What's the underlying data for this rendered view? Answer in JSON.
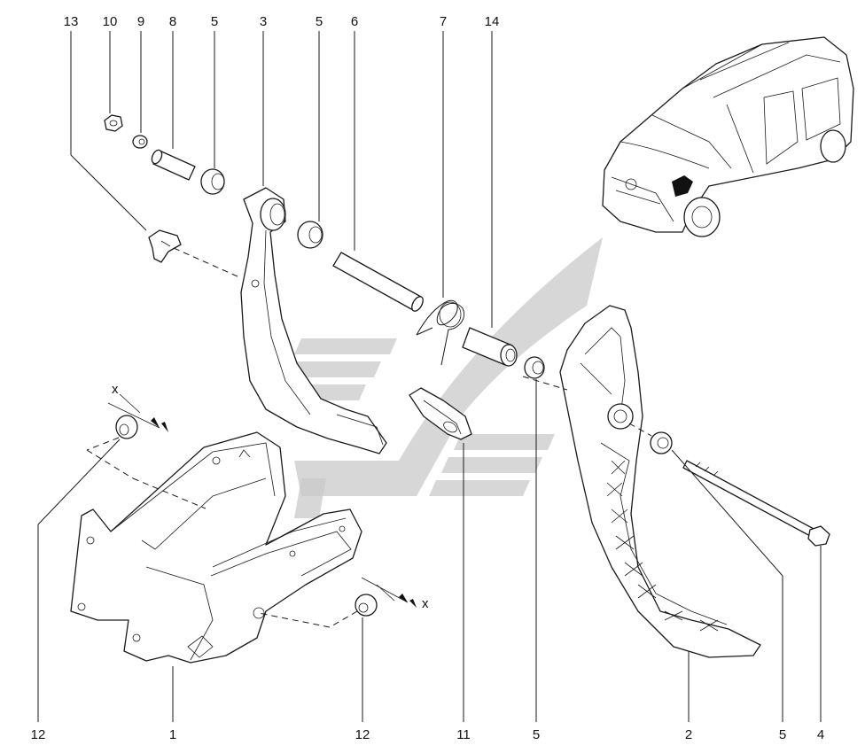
{
  "callouts_top": [
    "13",
    "10",
    "9",
    "8",
    "5",
    "3",
    "5",
    "6",
    "7",
    "14"
  ],
  "callouts_bottom": [
    "12",
    "1",
    "12",
    "11",
    "5",
    "2",
    "5",
    "4"
  ],
  "dimension_marks": [
    "x",
    "x"
  ],
  "colors": {
    "line": "#1a1a1a",
    "watermark": "#c9c9c9",
    "background": "#ffffff"
  }
}
